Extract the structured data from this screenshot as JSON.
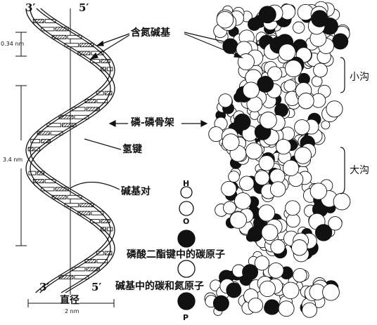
{
  "diagram": {
    "primes": {
      "top_left": "3′",
      "top_right": "5′",
      "bottom_left": "3′",
      "bottom_right": "5′"
    },
    "measures": {
      "rise": "0.34 nm",
      "pitch": "3.4 nm",
      "diameter_label": "直径",
      "diameter_value": "2 nm"
    },
    "labels": {
      "bases": "含氮碱基",
      "backbone": "磷-磷骨架",
      "hbond": "氢键",
      "base_pair": "碱基对",
      "minor_groove": "小沟",
      "major_groove": "大沟"
    },
    "legend": [
      {
        "symbol": "H",
        "text": ""
      },
      {
        "symbol": "O",
        "text": ""
      },
      {
        "symbol": "",
        "text": "磷酸二酯键中的碳原子"
      },
      {
        "symbol": "",
        "text": "碱基中的碳和氮原子"
      },
      {
        "symbol": "P",
        "text": ""
      }
    ]
  }
}
